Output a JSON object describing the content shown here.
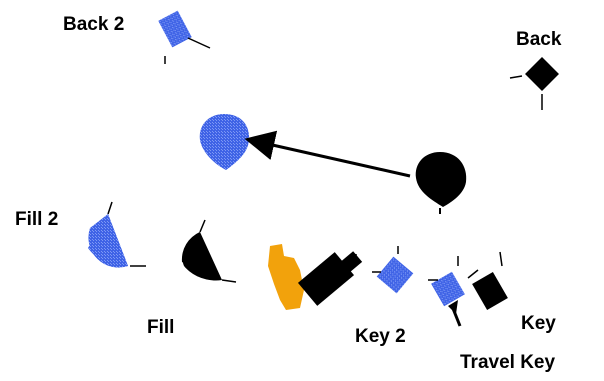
{
  "colors": {
    "light_blue": "#3f63e6",
    "light_blue_dither": "#7d98f5",
    "light_black": "#000000",
    "camera_orange": "#f2a20c",
    "arrow": "#000000",
    "background": "#ffffff"
  },
  "labels": {
    "back2": "Back 2",
    "back": "Back",
    "fill2": "Fill 2",
    "fill": "Fill",
    "key2": "Key 2",
    "key": "Key",
    "travel_key": "Travel Key"
  },
  "icons": {
    "spotlight": "spotlight-icon",
    "softlight": "softlight-icon",
    "teardrop": "teardrop-light-icon",
    "camera": "camera-icon",
    "arrow": "arrow-icon"
  }
}
